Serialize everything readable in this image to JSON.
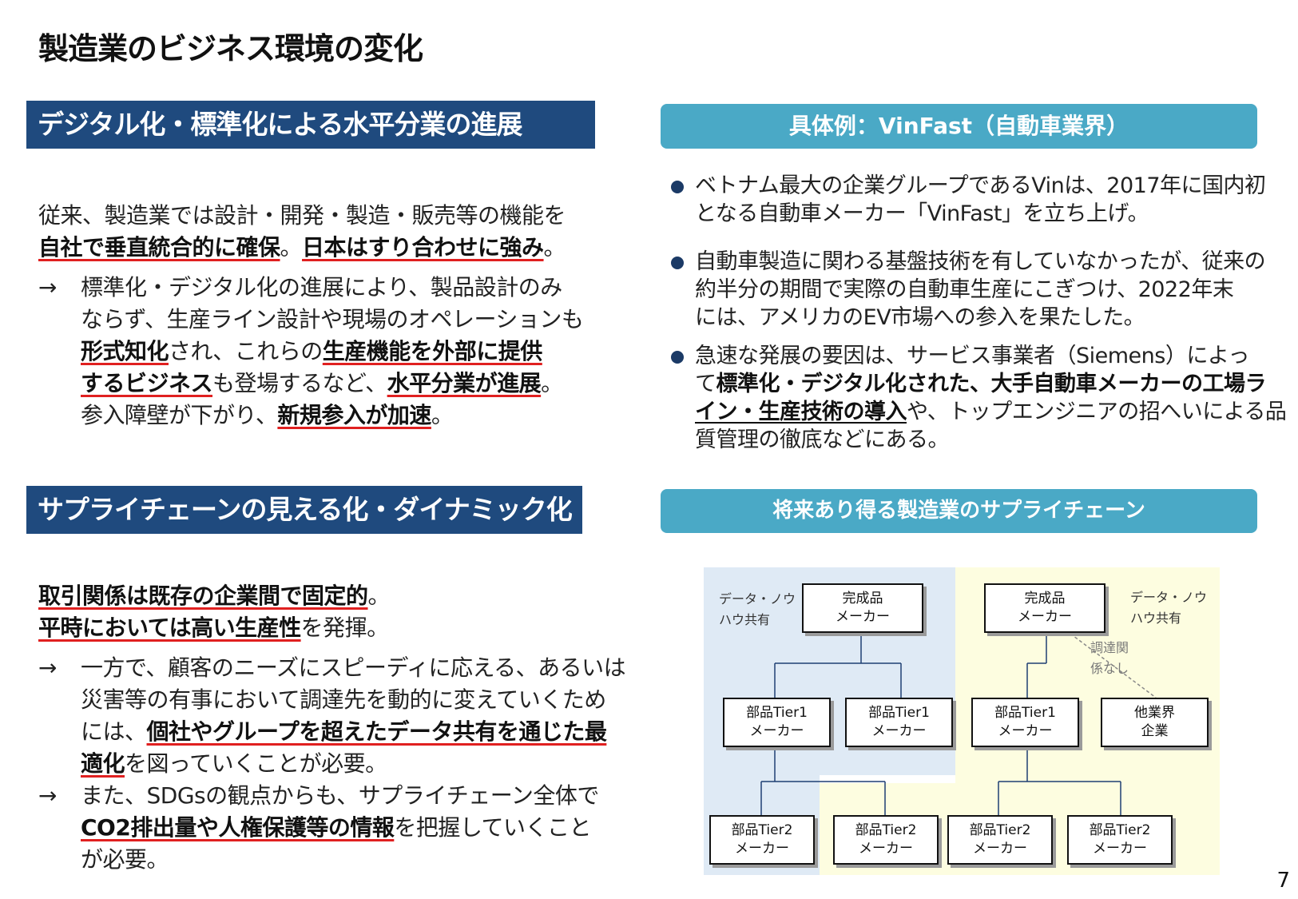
{
  "title": "製造業のビジネス環境の変化",
  "section1": {
    "heading": "デジタル化・標準化による水平分業の進展",
    "line1": "従来、製造業では設計・開発・製造・販売等の機能を",
    "line2_a": "自社で垂直統合的に確保",
    "line2_b": "。",
    "line2_c": "日本はすり合わせに強み",
    "line2_d": "。",
    "arrow": "→",
    "b1_l1": "標準化・デジタル化の進展により、製品設計のみ",
    "b1_l2": "ならず、生産ライン設計や現場のオペレーションも",
    "b1_l3_a": "形式知化",
    "b1_l3_b": "され、これらの",
    "b1_l3_c": "生産機能を外部に提供",
    "b1_l4_a": "するビジネス",
    "b1_l4_b": "も登場するなど、",
    "b1_l4_c": "水平分業が進展",
    "b1_l4_d": "。",
    "b1_l5_a": "参入障壁が下がり、",
    "b1_l5_b": "新規参入が加速",
    "b1_l5_c": "。"
  },
  "section2": {
    "heading": "サプライチェーンの見える化・ダイナミック化",
    "line1_a": "取引関係は既存の企業間で固定的",
    "line1_b": "。",
    "line2_a": "平時においては高い生産性",
    "line2_b": "を発揮。",
    "arrow": "→",
    "b1_l1": "一方で、顧客のニーズにスピーディに応える、あるいは",
    "b1_l2": "災害等の有事において調達先を動的に変えていくため",
    "b1_l3_a": "には、",
    "b1_l3_b": "個社やグループを超えたデータ共有を通じた最",
    "b1_l4_a": "適化",
    "b1_l4_b": "を図っていくことが必要。",
    "b2_l1": "また、SDGsの観点からも、サプライチェーン全体で",
    "b2_l2_a": "CO2排出量や人権保護等の情報",
    "b2_l2_b": "を把握していくこと",
    "b2_l3": "が必要。"
  },
  "example": {
    "heading": "具体例：VinFast（自動車業界）",
    "b1_l1": "ベトナム最大の企業グループであるVinは、2017年に国内初",
    "b1_l2": "となる自動車メーカー「VinFast」を立ち上げ。",
    "b2_l1": "自動車製造に関わる基盤技術を有していなかったが、従来の",
    "b2_l2": "約半分の期間で実際の自動車生産にこぎつけ、2022年末",
    "b2_l3": "には、アメリカのEV市場への参入を果たした。",
    "b3_l1": "急速な発展の要因は、サービス事業者（Siemens）によっ",
    "b3_l2_a": "て",
    "b3_l2_b": "標準化・デジタル化された、大手自動車メーカーの工場ラ",
    "b3_l3_a": "イン・生産技術の導入",
    "b3_l3_b": "や、トップエンジニアの招へいによる品",
    "b3_l4": "質管理の徹底などにある。"
  },
  "future": {
    "heading": "将来あり得る製造業のサプライチェーン",
    "left_note_l1": "データ・ノウ",
    "left_note_l2": "ハウ共有",
    "right_note_l1": "データ・ノウ",
    "right_note_l2": "ハウ共有",
    "no_proc_l1": "調達関",
    "no_proc_l2": "係なし",
    "complete_l1": "完成品",
    "complete_l2": "メーカー",
    "tier1_l1": "部品Tier1",
    "tier1_l2": "メーカー",
    "tier2_l1": "部品Tier2",
    "tier2_l2": "メーカー",
    "other_l1": "他業界",
    "other_l2": "企業"
  },
  "page_number": "7",
  "colors": {
    "heading_navy": "#1f4a7e",
    "pill_teal": "#4aa9c6",
    "underline_red": "#e02020",
    "region_blue": "#dfeaf5",
    "region_yellow": "#fdfde0"
  }
}
